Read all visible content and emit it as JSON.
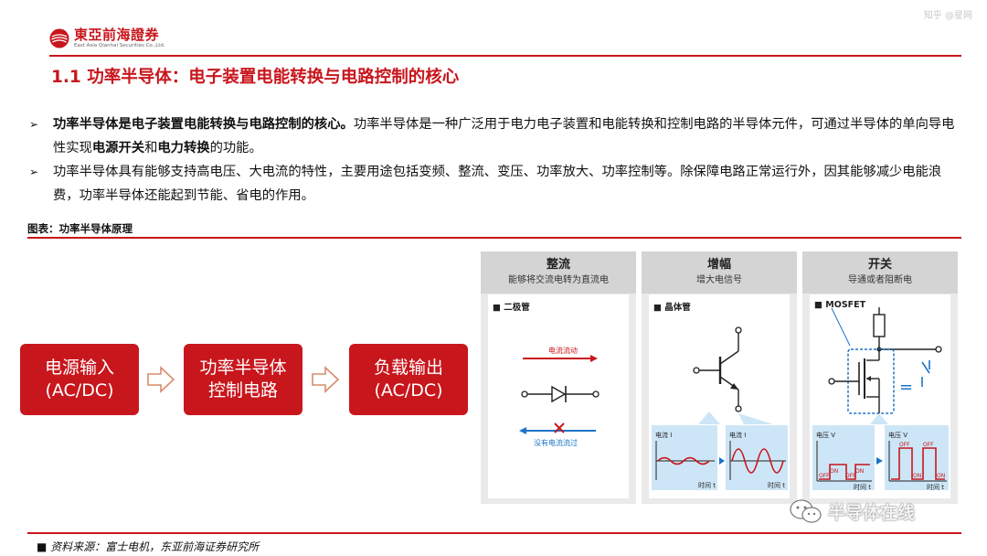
{
  "watermark_top": "知乎 @星网",
  "logo": {
    "cn": "東亞前海證券",
    "en": "East Asia Qianhai Securities Co.,Ltd."
  },
  "title": "1.1 功率半导体：电子装置电能转换与电路控制的核心",
  "bullets": [
    {
      "marker": "➢",
      "lead": "功率半导体是电子装置电能转换与电路控制的核心。",
      "text1": "功率半导体是一种广泛用于电力电子装置和电能转换和控制电路的半导体元件，可通过半导体的单向导电性实现",
      "em1": "电源开关",
      "text2": "和",
      "em2": "电力转换",
      "text3": "的功能。"
    },
    {
      "marker": "➢",
      "text": "功率半导体具有能够支持高电压、大电流的特性，主要用途包括变频、整流、变压、功率放大、功率控制等。除保障电路正常运行外，因其能够减少电能浪费，功率半导体还能起到节能、省电的作用。"
    }
  ],
  "figure_title": "图表：功率半导体原理",
  "flow": [
    {
      "line1": "电源输入",
      "line2": "(AC/DC)"
    },
    {
      "line1": "功率半导体",
      "line2": "控制电路"
    },
    {
      "line1": "负载输出",
      "line2": "(AC/DC)"
    }
  ],
  "panels": [
    {
      "title": "整流",
      "subtitle": "能够将交流电转为直流电",
      "component": "■ 二极管",
      "labels": {
        "flow": "电流流动",
        "noflow": "没有电流流过"
      }
    },
    {
      "title": "增幅",
      "subtitle": "增大电信号",
      "component": "■ 晶体管",
      "labels": {
        "current": "电流 I",
        "time": "时间 t"
      }
    },
    {
      "title": "开关",
      "subtitle": "导通或者阻断电",
      "component": "■ MOSFET",
      "labels": {
        "voltage": "电压 V",
        "time": "时间 t",
        "on": "ON",
        "off": "OFF"
      }
    }
  ],
  "source": "■  资料来源：富士电机，东亚前海证券研究所",
  "watermark_bottom": "半导体在线",
  "colors": {
    "brand_red": "#c8161d",
    "signal_blue": "#1b74c9",
    "panel_gray": "#d4d4d4"
  }
}
